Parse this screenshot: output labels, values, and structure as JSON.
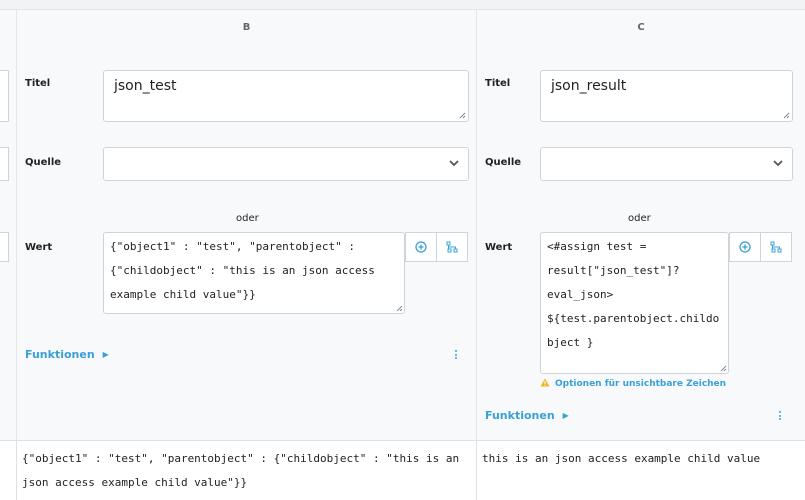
{
  "columns": {
    "b": {
      "letter": "B",
      "title_label": "Titel",
      "title_value": "json_test",
      "source_label": "Quelle",
      "source_value": "",
      "or_label": "oder",
      "value_label": "Wert",
      "value_text": "{\"object1\" : \"test\", \"parentobject\" :\n{\"childobject\" : \"this is an json access\nexample child value\"}}",
      "functions_label": "Funktionen"
    },
    "c": {
      "letter": "C",
      "title_label": "Titel",
      "title_value": "json_result",
      "source_label": "Quelle",
      "source_value": "",
      "or_label": "oder",
      "value_label": "Wert",
      "value_text": "<#assign test =\nresult[\"json_test\"]?\neval_json>\n${test.parentobject.childo\nbject }",
      "warning_text": "Optionen für unsichtbare Zeichen",
      "functions_label": "Funktionen"
    }
  },
  "results": {
    "b": "{\"object1\" : \"test\", \"parentobject\" : {\"childobject\" : \"this is an json access example child value\"}}",
    "c": "this is an json access example child value"
  },
  "icons": {
    "add": "plus-circle-icon",
    "tree": "tree-structure-icon",
    "chevron": "chevron-down-icon",
    "caret": "caret-right-icon",
    "kebab": "kebab-menu-icon",
    "warning": "warning-triangle-icon"
  },
  "colors": {
    "accent": "#3aa0d8",
    "warning": "#f0b429",
    "border": "#cfd4d9",
    "panel": "#f8f9fa"
  }
}
